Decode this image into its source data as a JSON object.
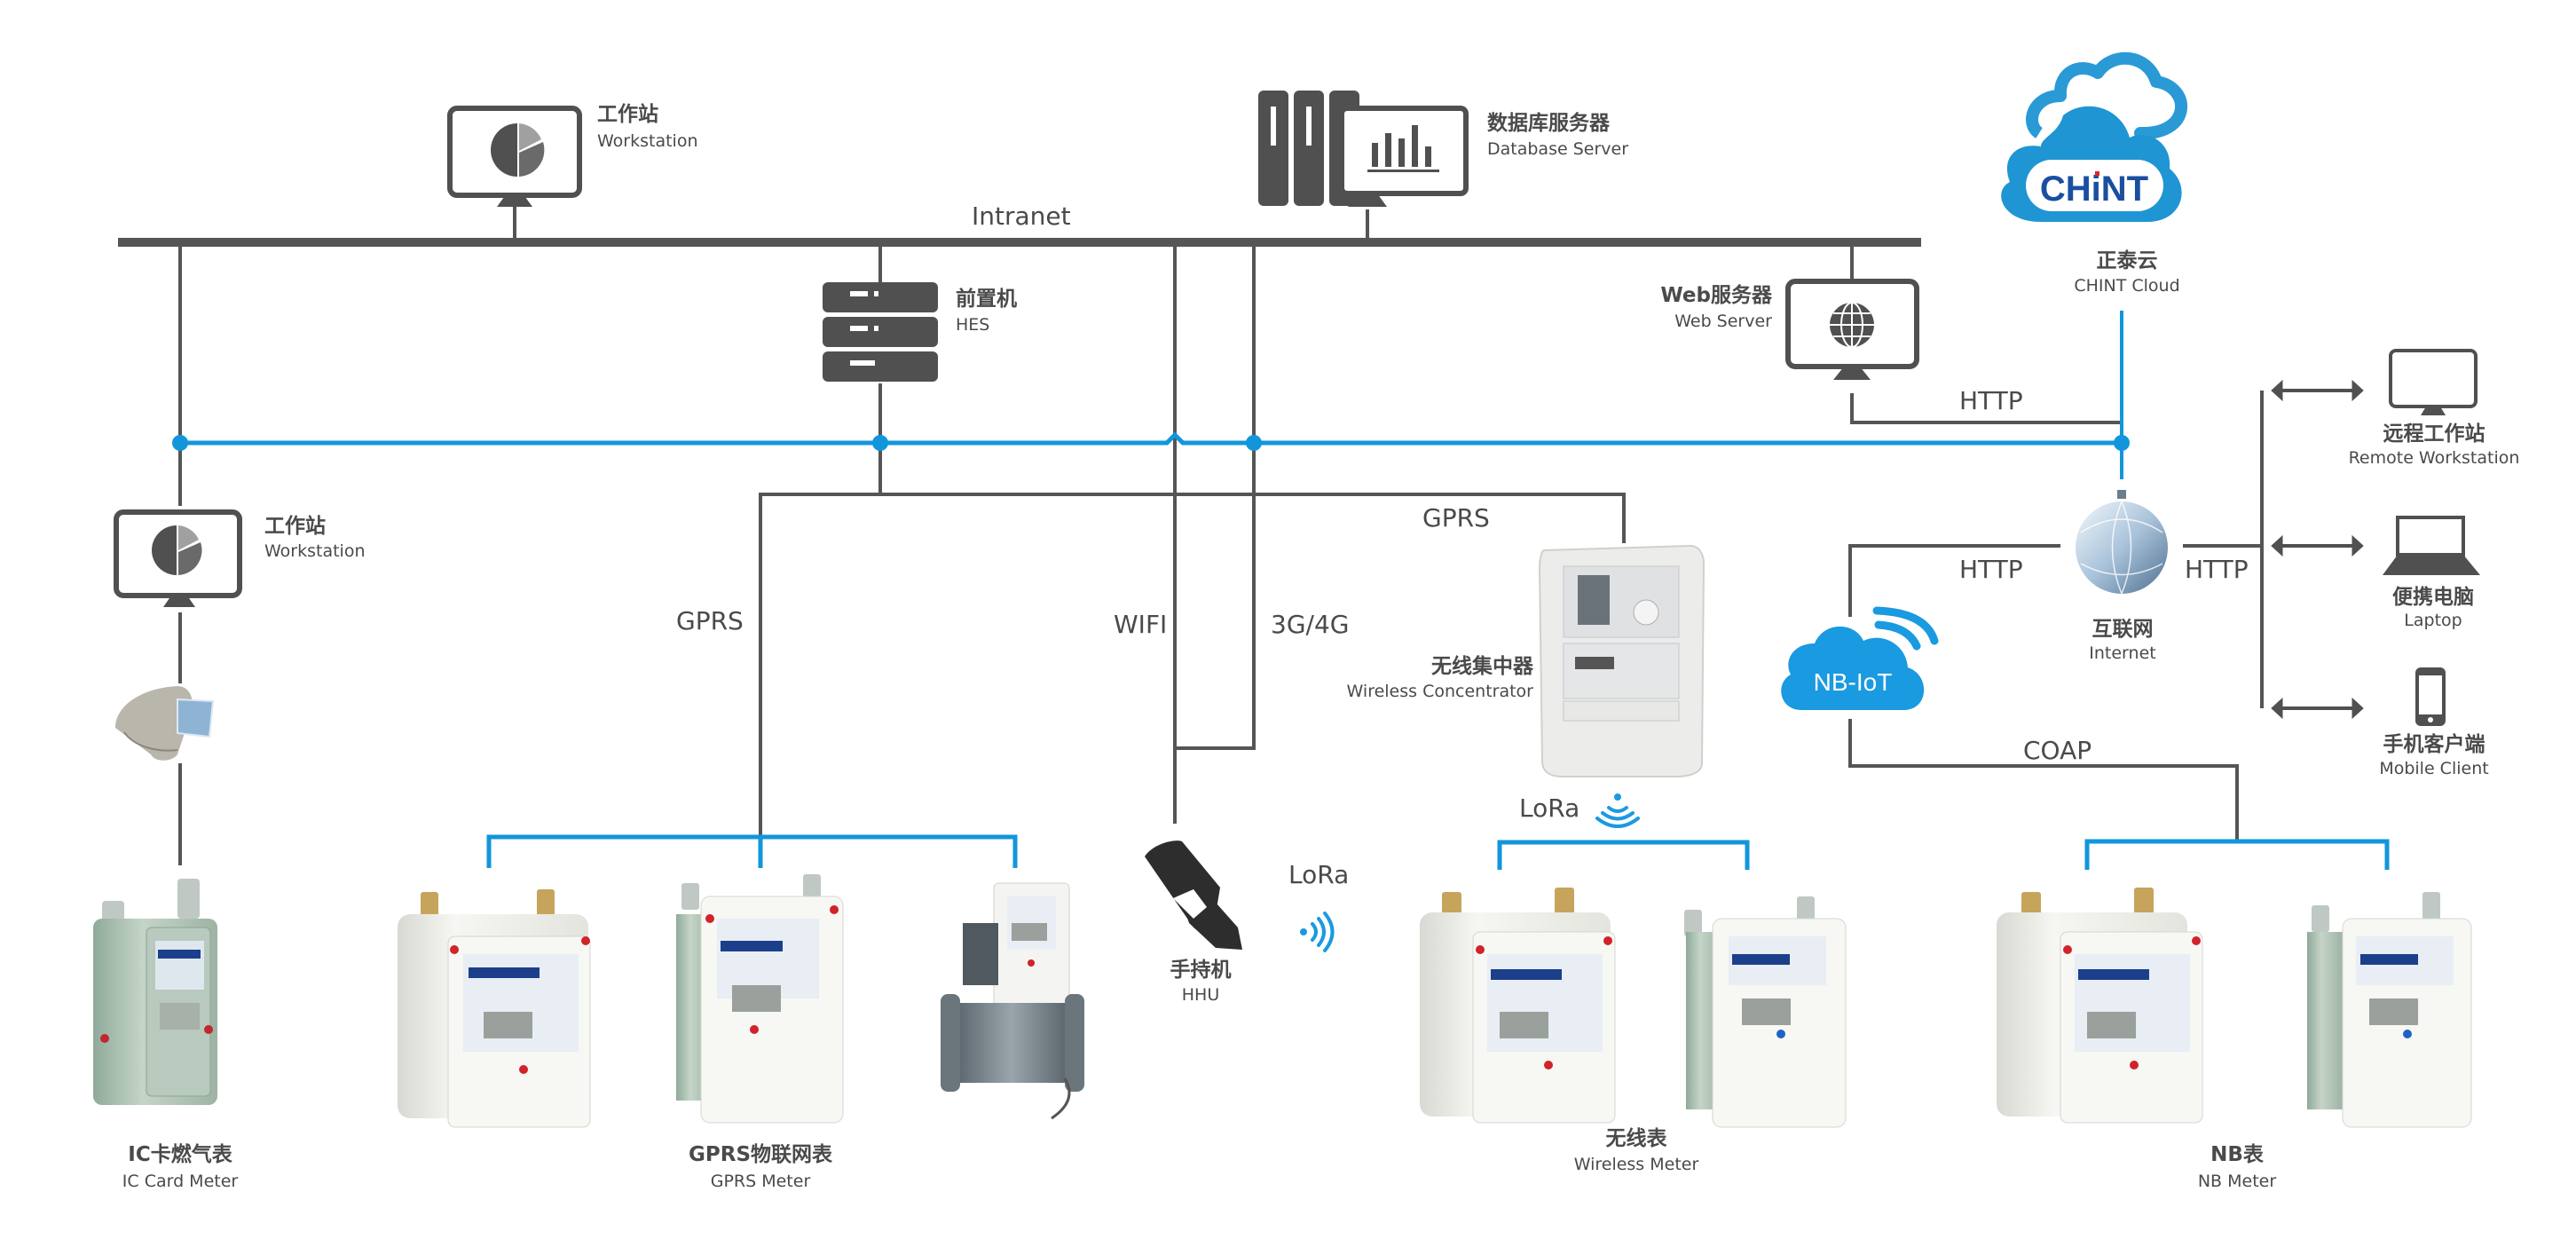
{
  "colors": {
    "wire_gray": "#555555",
    "wire_blue": "#1296db",
    "icon_dark": "#505050",
    "cloud_blue": "#1f95d3",
    "nbiot_blue": "#1a9ae0",
    "chint_text": "#1a4fa0",
    "chint_dot": "#e0252b"
  },
  "network": {
    "intranet_label": "Intranet"
  },
  "nodes": {
    "workstation_top": {
      "cn": "工作站",
      "en": "Workstation"
    },
    "database_server": {
      "cn": "数据库服务器",
      "en": "Database Server"
    },
    "hes": {
      "cn": "前置机",
      "en": "HES"
    },
    "web_server": {
      "cn": "Web服务器",
      "en": "Web Server"
    },
    "chint_cloud": {
      "cn": "正泰云",
      "en": "CHINT Cloud",
      "logo_text": "CHiNT"
    },
    "workstation_left": {
      "cn": "工作站",
      "en": "Workstation"
    },
    "internet": {
      "cn": "互联网",
      "en": "Internet"
    },
    "nbiot": {
      "label": "NB-IoT"
    },
    "remote_workstation": {
      "cn": "远程工作站",
      "en": "Remote Workstation"
    },
    "laptop": {
      "cn": "便携电脑",
      "en": "Laptop"
    },
    "mobile_client": {
      "cn": "手机客户端",
      "en": "Mobile Client"
    },
    "wireless_concentrator": {
      "cn": "无线集中器",
      "en": "Wireless Concentrator"
    },
    "hhu": {
      "cn": "手持机",
      "en": "HHU"
    }
  },
  "protocols": {
    "http_web": "HTTP",
    "http_nbiot": "HTTP",
    "http_clients": "HTTP",
    "gprs_left": "GPRS",
    "gprs_concentrator": "GPRS",
    "wifi": "WIFI",
    "g34": "3G/4G",
    "lora_concentrator": "LoRa",
    "lora_hhu": "LoRa",
    "coap": "COAP"
  },
  "meter_groups": {
    "ic_card": {
      "cn": "IC卡燃气表",
      "en": "IC Card Meter"
    },
    "gprs": {
      "cn": "GPRS物联网表",
      "en": "GPRS Meter"
    },
    "wireless": {
      "cn": "无线表",
      "en": "Wireless Meter"
    },
    "nb": {
      "cn": "NB表",
      "en": "NB Meter"
    }
  }
}
